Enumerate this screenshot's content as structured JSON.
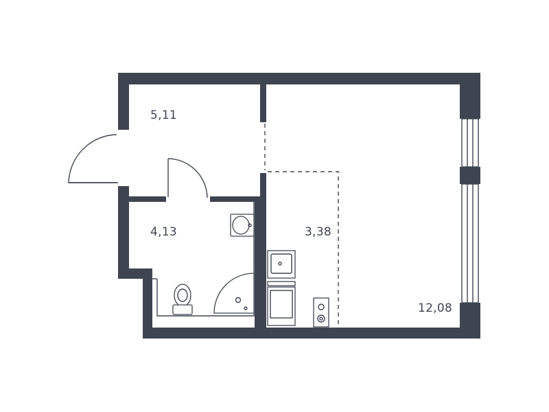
{
  "rooms": {
    "hallway": {
      "area": "5,11"
    },
    "bathroom": {
      "area": "4,13"
    },
    "kitchen": {
      "area": "3,38"
    },
    "living": {
      "area": "12,08"
    }
  },
  "colors": {
    "wall": "#3f4550",
    "background": "#ffffff"
  }
}
